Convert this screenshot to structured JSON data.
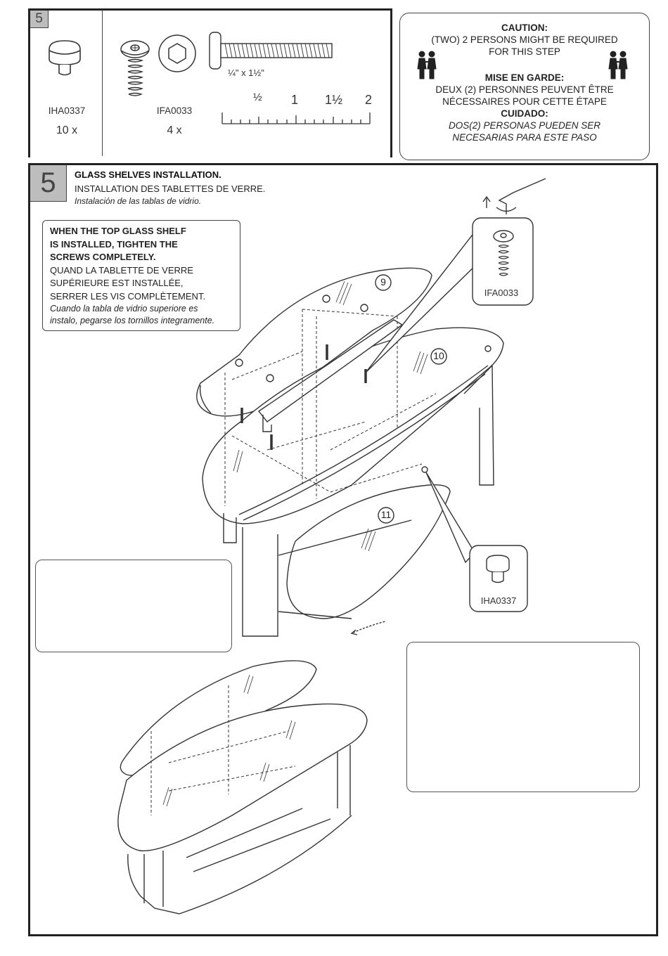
{
  "parts": {
    "step_number": "5",
    "items": [
      {
        "code": "IHA0337",
        "qty": "10 x",
        "icon": "glass-support-cap-icon"
      },
      {
        "code": "IFA0033",
        "qty": "4 x",
        "icon": "hex-socket-screw-icon"
      }
    ],
    "screw_size": "¼\" x 1½\"",
    "ruler": {
      "ticks": [
        "½",
        "1",
        "1½",
        "2"
      ]
    }
  },
  "caution": {
    "en_heading": "CAUTION:",
    "en_line1": "(TWO) 2 PERSONS MIGHT BE REQUIRED",
    "en_line2": "FOR THIS STEP",
    "fr_heading": "MISE EN GARDE:",
    "fr_line1": "DEUX (2) PERSONNES PEUVENT ÊTRE",
    "fr_line2": "NÉCESSAIRES POUR CETTE ÉTAPE",
    "es_heading": "CUIDADO:",
    "es_line1": "DOS(2) PERSONAS PUEDEN SER",
    "es_line2": "NECESARIAS PARA ESTE PASO"
  },
  "step": {
    "number": "5",
    "title_en": "GLASS SHELVES INSTALLATION.",
    "title_fr": "INSTALLATION DES TABLETTES DE VERRE.",
    "title_es": "Instalación de las tablas de vidrio."
  },
  "note": {
    "en_line1": "WHEN THE TOP GLASS SHELF",
    "en_line2": "IS INSTALLED, TIGHTEN THE",
    "en_line3": "SCREWS COMPLETELY.",
    "fr_line1": "QUAND LA TABLETTE DE VERRE",
    "fr_line2": "SUPÉRIEURE EST INSTALLÉE,",
    "fr_line3": "SERRER LES VIS COMPLÈTEMENT.",
    "es_line1": "Cuando la tabla de vidrio superiore es",
    "es_line2": "instalo, pegarse los tornillos integramente."
  },
  "callouts": {
    "screw_label": "IFA0033",
    "cap_label": "IHA0337"
  },
  "shelf_labels": [
    "9",
    "10",
    "11"
  ],
  "colors": {
    "tab_fill": "#bdbdbd",
    "line": "#333333"
  }
}
